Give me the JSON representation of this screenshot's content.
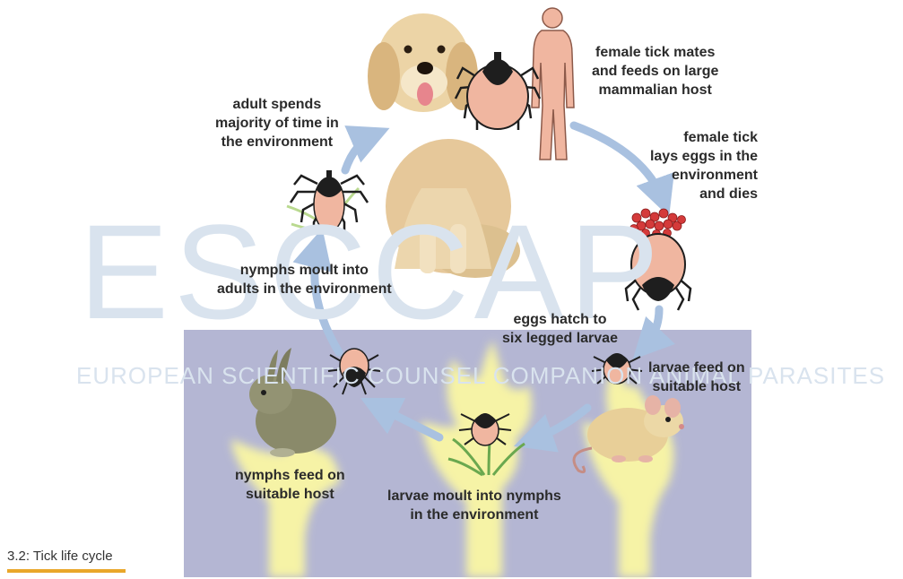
{
  "watermark": {
    "logo_text": "ESCCAP",
    "tagline": "EUROPEAN SCIENTIFIC COUNSEL COMPANION ANIMAL PARASITES"
  },
  "labels": {
    "female_mates": [
      "female tick mates",
      "and feeds on large",
      "mammalian host"
    ],
    "lays_eggs": [
      "female tick",
      "lays eggs in the",
      "environment",
      "and dies"
    ],
    "eggs_hatch": [
      "eggs hatch to",
      "six legged larvae"
    ],
    "larvae_feed": [
      "larvae feed on",
      "suitable host"
    ],
    "larvae_moult": [
      "larvae moult into nymphs",
      "in the environment"
    ],
    "nymphs_feed": [
      "nymphs feed on",
      "suitable host"
    ],
    "nymphs_moult": [
      "nymphs moult into",
      "adults in the environment"
    ],
    "adult_spends": [
      "adult spends",
      "majority of time in",
      "the environment"
    ]
  },
  "caption": "3.2: Tick life cycle",
  "colors": {
    "arrow": "#a9c1e0",
    "panel": "#b4b6d3",
    "tick_body": "#f0b6a0",
    "tick_dark": "#1e1e1e",
    "egg": "#d43a3a",
    "accent_bar": "#e9a72a",
    "plant_glow": "#f6f3a6"
  }
}
